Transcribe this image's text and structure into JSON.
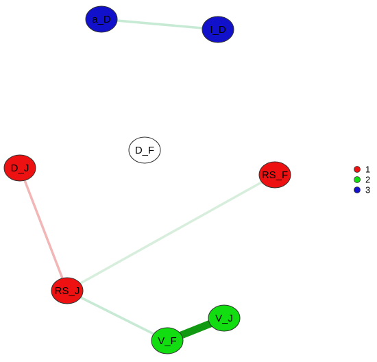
{
  "groups": [
    {
      "id": "1",
      "label": "1",
      "color": "#ee1111"
    },
    {
      "id": "2",
      "label": "2",
      "color": "#11dd11"
    },
    {
      "id": "3",
      "label": "3",
      "color": "#1111cc"
    }
  ],
  "nodes": [
    {
      "id": "a_D",
      "label": "a_D",
      "group": "3"
    },
    {
      "id": "I_D",
      "label": "I_D",
      "group": "3"
    },
    {
      "id": "D_F",
      "label": "D_F",
      "group": null,
      "color": "#ffffff"
    },
    {
      "id": "D_J",
      "label": "D_J",
      "group": "1"
    },
    {
      "id": "RS_F",
      "label": "RS_F",
      "group": "1"
    },
    {
      "id": "RS_J",
      "label": "RS_J",
      "group": "1"
    },
    {
      "id": "V_F",
      "label": "V_F",
      "group": "2"
    },
    {
      "id": "V_J",
      "label": "V_J",
      "group": "2"
    }
  ],
  "edges": [
    {
      "from": "a_D",
      "to": "I_D",
      "color": "#c7ead4",
      "weight": "weak"
    },
    {
      "from": "D_J",
      "to": "RS_J",
      "color": "#f2b6b6",
      "weight": "weak"
    },
    {
      "from": "RS_J",
      "to": "RS_F",
      "color": "#d7eedd",
      "weight": "weak"
    },
    {
      "from": "RS_J",
      "to": "V_F",
      "color": "#c7ead4",
      "weight": "weak"
    },
    {
      "from": "V_F",
      "to": "V_J",
      "color": "#119911",
      "weight": "strong"
    }
  ]
}
